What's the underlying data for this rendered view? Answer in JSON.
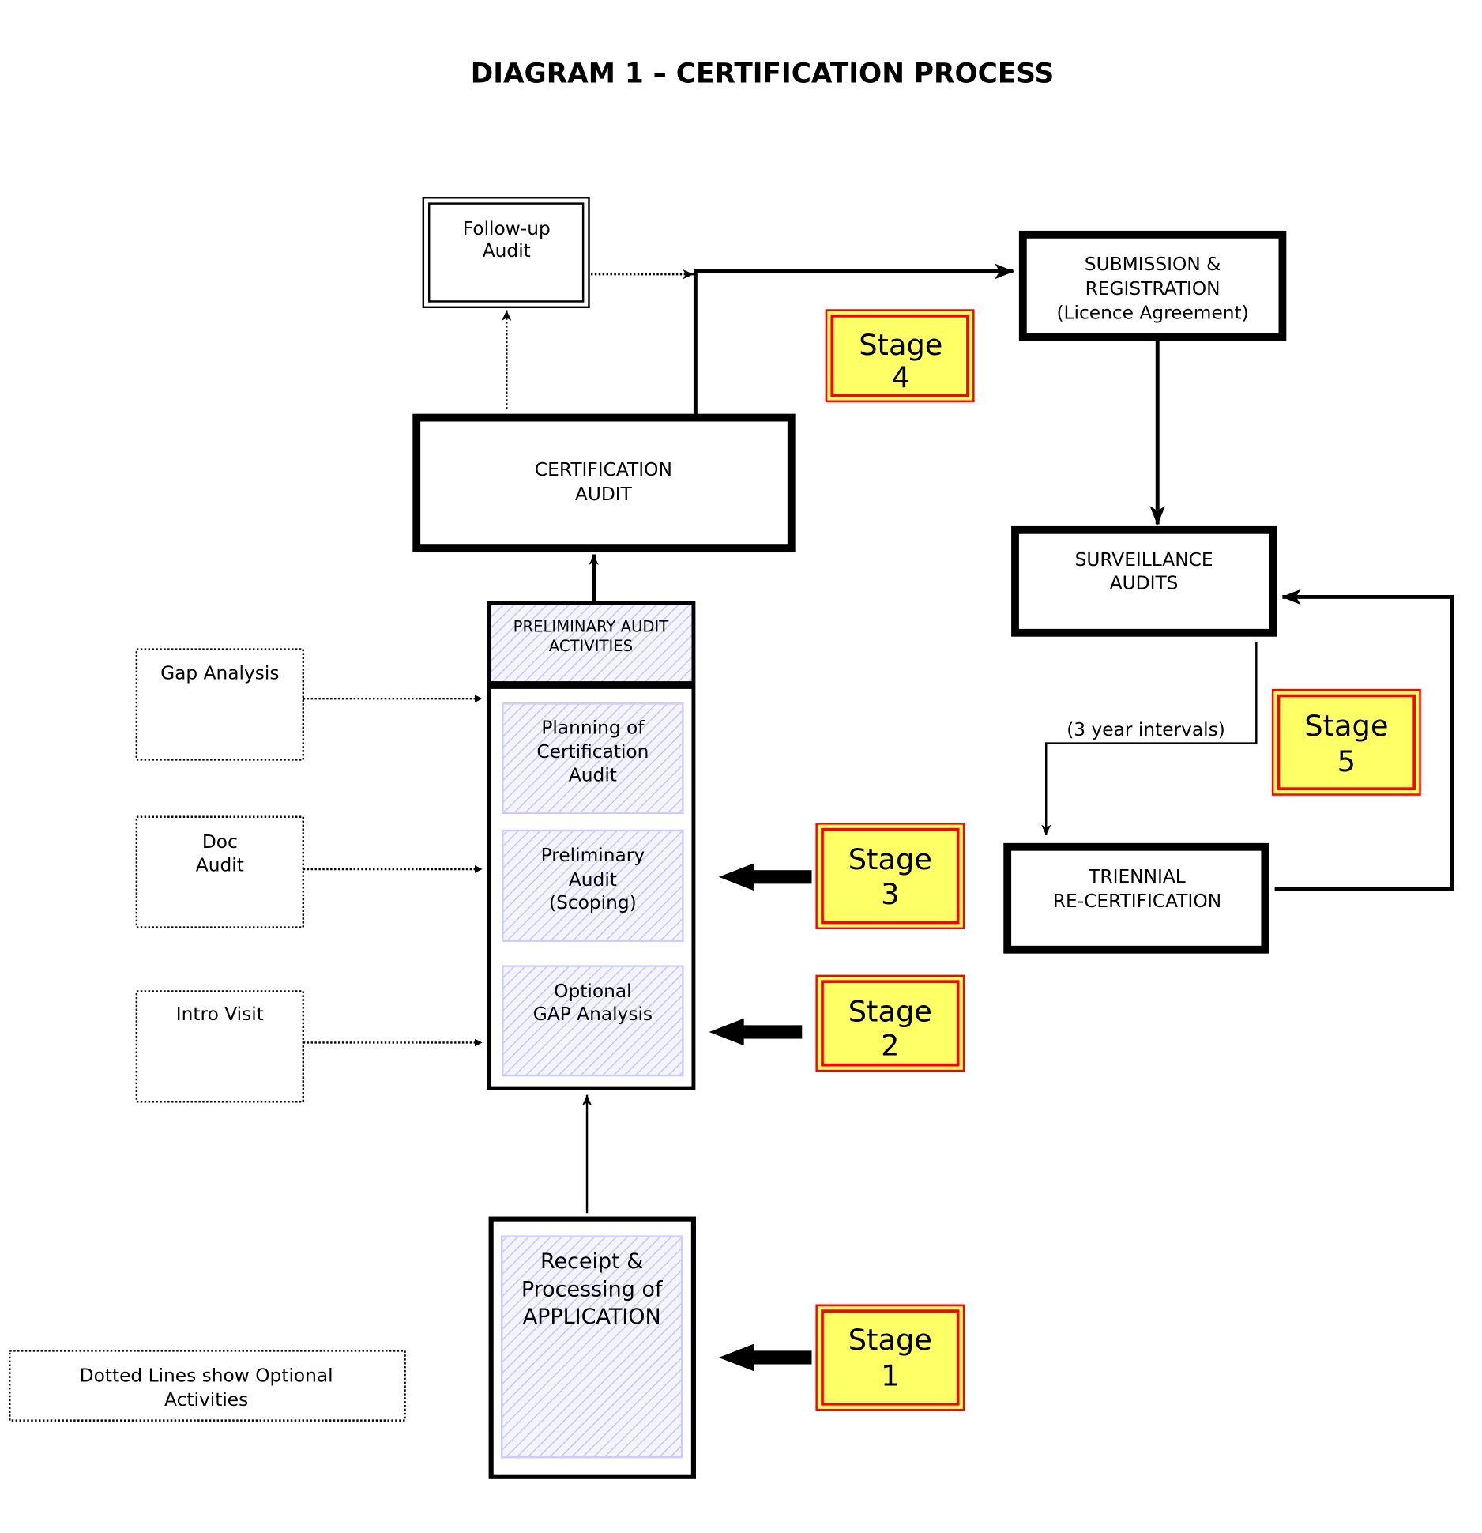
{
  "title": "DIAGRAM 1 – CERTIFICATION PROCESS",
  "colors": {
    "stage_fill": "#ffff66",
    "stage_border": "#ff0000",
    "hatch": "#ccccff",
    "line": "#000000"
  },
  "nodes": {
    "follow_up": [
      "Follow-up",
      "Audit"
    ],
    "certification_audit": [
      "CERTIFICATION",
      "AUDIT"
    ],
    "submission": [
      "SUBMISSION &",
      "REGISTRATION",
      "(Licence Agreement)"
    ],
    "surveillance": [
      "SURVEILLANCE",
      "AUDITS"
    ],
    "triennial": [
      "TRIENNIAL",
      "RE-CERTIFICATION"
    ],
    "preliminary_header": [
      "PRELIMINARY AUDIT",
      "ACTIVITIES"
    ],
    "planning": [
      "Planning of",
      "Certification",
      "Audit"
    ],
    "preliminary_scoping": [
      "Preliminary",
      "Audit",
      "(Scoping)"
    ],
    "optional_gap": [
      "Optional",
      "GAP Analysis"
    ],
    "receipt": [
      "Receipt &",
      "Processing of",
      "APPLICATION"
    ],
    "gap_analysis": [
      "Gap Analysis"
    ],
    "doc_audit": [
      "Doc",
      "Audit"
    ],
    "intro_visit": [
      "Intro Visit"
    ],
    "legend": [
      "Dotted Lines show Optional",
      "Activities"
    ]
  },
  "edge_labels": {
    "three_year": "(3 year intervals)"
  },
  "stages": [
    {
      "label": "Stage",
      "number": "1"
    },
    {
      "label": "Stage",
      "number": "2"
    },
    {
      "label": "Stage",
      "number": "3"
    },
    {
      "label": "Stage",
      "number": "4"
    },
    {
      "label": "Stage",
      "number": "5"
    }
  ]
}
